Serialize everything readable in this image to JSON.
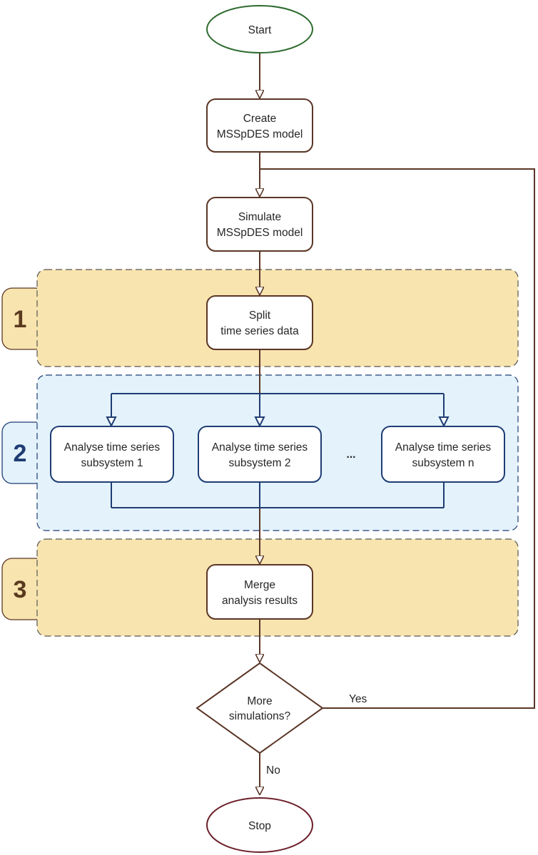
{
  "colors": {
    "brown": "#5a3626",
    "blue": "#1f3d73",
    "green": "#2f6b2f",
    "stop": "#6b1f2a",
    "phase_fill": "#f8e4ae",
    "phase_blue_fill": "#e3f2fb",
    "phase_dash": "#555555",
    "num_brown": "#5a3a1f",
    "num_blue": "#1f3d73"
  },
  "nodes": {
    "start": "Start",
    "create": [
      "Create",
      "MSSpDES model"
    ],
    "simulate": [
      "Simulate",
      "MSSpDES model"
    ],
    "split": [
      "Split",
      "time series data"
    ],
    "analyse1": [
      "Analyse time series",
      "subsystem 1"
    ],
    "analyse2": [
      "Analyse time series",
      "subsystem 2"
    ],
    "ellipsis": "...",
    "analysen": [
      "Analyse time series",
      "subsystem n"
    ],
    "merge": [
      "Merge",
      "analysis results"
    ],
    "decision": [
      "More",
      "simulations?"
    ],
    "stop": "Stop"
  },
  "edges": {
    "yes": "Yes",
    "no": "No"
  },
  "phases": [
    "1",
    "2",
    "3"
  ]
}
